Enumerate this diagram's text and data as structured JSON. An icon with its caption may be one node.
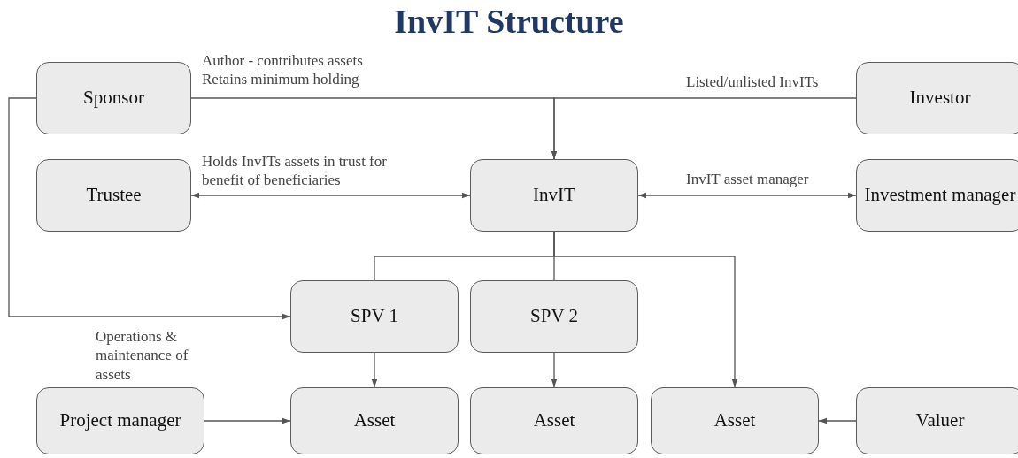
{
  "diagram": {
    "title": "InvIT Structure",
    "nodes": [
      {
        "text": [
          "Sponsor"
        ]
      },
      {
        "text": [
          "Investor"
        ]
      },
      {
        "text": [
          "Trustee"
        ]
      },
      {
        "text": [
          "InvIT"
        ]
      },
      {
        "text": [
          "Investment manager"
        ]
      },
      {
        "text": [
          "SPV 1"
        ]
      },
      {
        "text": [
          "SPV 2"
        ]
      },
      {
        "text": [
          "Project manager"
        ]
      },
      {
        "text": [
          "Asset"
        ]
      },
      {
        "text": [
          "Asset"
        ]
      },
      {
        "text": [
          "Asset"
        ]
      },
      {
        "text": [
          "Valuer"
        ]
      }
    ],
    "edges": [
      {
        "from": 0,
        "to": 3,
        "arrow": "to",
        "label": "Author - contributes assets Retains minimum holding"
      },
      {
        "from": 1,
        "to": 3,
        "arrow": "to",
        "label": "Listed/unlisted InvITs"
      },
      {
        "from": 0,
        "to": 5,
        "arrow": "to"
      },
      {
        "from": 2,
        "to": 3,
        "arrow": "both",
        "label": "Holds InvITs assets in trust for benefit of beneficiaries"
      },
      {
        "from": 3,
        "to": 4,
        "arrow": "both",
        "label": "InvIT asset manager"
      },
      {
        "from": 3,
        "to": 5,
        "arrow": "none"
      },
      {
        "from": 3,
        "to": 6,
        "arrow": "none"
      },
      {
        "from": 3,
        "to": 10,
        "arrow": "to"
      },
      {
        "from": 5,
        "to": 8,
        "arrow": "to"
      },
      {
        "from": 6,
        "to": 9,
        "arrow": "to"
      },
      {
        "from": 7,
        "to": 8,
        "arrow": "to",
        "label": "Operations & maintenance of assets"
      },
      {
        "from": 11,
        "to": 10,
        "arrow": "to"
      }
    ]
  }
}
